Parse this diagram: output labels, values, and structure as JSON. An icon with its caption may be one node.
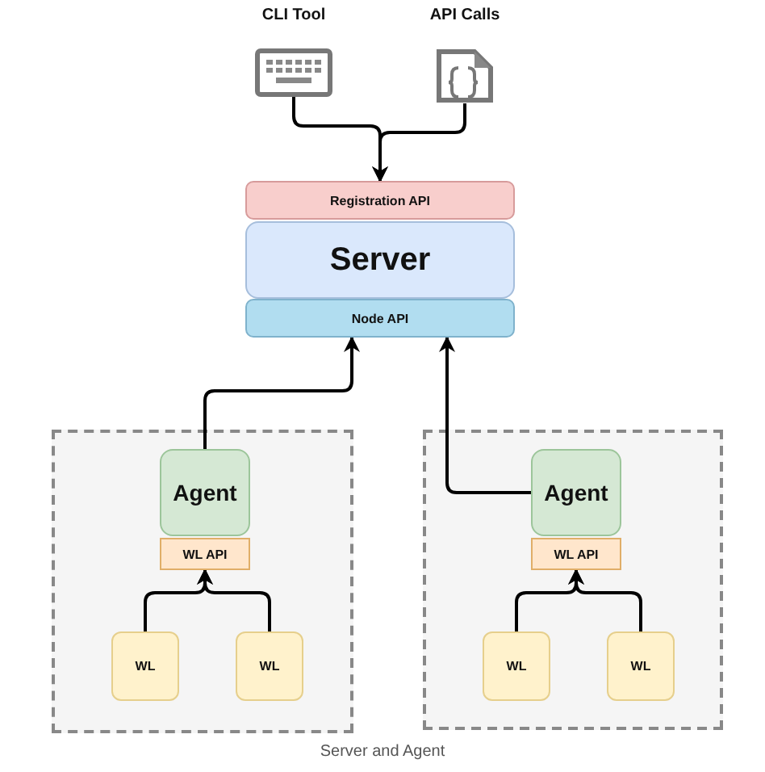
{
  "diagram": {
    "caption": "Server and Agent",
    "nodes": [
      {
        "text": [
          "CLI Tool"
        ]
      },
      {
        "text": [
          "API Calls"
        ]
      },
      {
        "text": [
          "Registration API"
        ]
      },
      {
        "text": [
          "Server"
        ]
      },
      {
        "text": [
          "Node API"
        ]
      },
      {
        "text": [],
        "shape": "box"
      },
      {
        "text": [
          "Agent"
        ],
        "in": 5
      },
      {
        "text": [
          "WL API"
        ],
        "in": 5
      },
      {
        "text": [
          "WL"
        ],
        "in": 5
      },
      {
        "text": [
          "WL"
        ],
        "in": 5
      },
      {
        "text": [],
        "shape": "box"
      },
      {
        "text": [
          "Agent"
        ],
        "in": 10
      },
      {
        "text": [
          "WL API"
        ],
        "in": 10
      },
      {
        "text": [
          "WL"
        ],
        "in": 10
      },
      {
        "text": [
          "WL"
        ],
        "in": 10
      }
    ],
    "edges": [
      {
        "from": 0,
        "to": 2,
        "arrow": "to"
      },
      {
        "from": 1,
        "to": 2,
        "arrow": "to"
      },
      {
        "from": 6,
        "to": 4,
        "arrow": "to"
      },
      {
        "from": 11,
        "to": 4,
        "arrow": "to"
      },
      {
        "from": 8,
        "to": 7,
        "arrow": "to"
      },
      {
        "from": 9,
        "to": 7,
        "arrow": "to"
      },
      {
        "from": 13,
        "to": 12,
        "arrow": "to"
      },
      {
        "from": 14,
        "to": 12,
        "arrow": "to"
      }
    ]
  }
}
